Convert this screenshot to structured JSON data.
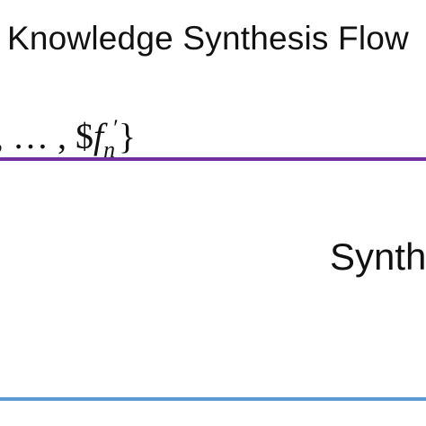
{
  "diagram": {
    "title": "Knowledge Synthesis Flow",
    "formula": {
      "prefix": ", … , $",
      "symbol": "f",
      "subscript": "n",
      "prime": "′",
      "suffix": "}"
    },
    "section_label": "Synth"
  },
  "colors": {
    "purple_rule": "#7030a0",
    "blue_rule": "#5b9bd5"
  }
}
